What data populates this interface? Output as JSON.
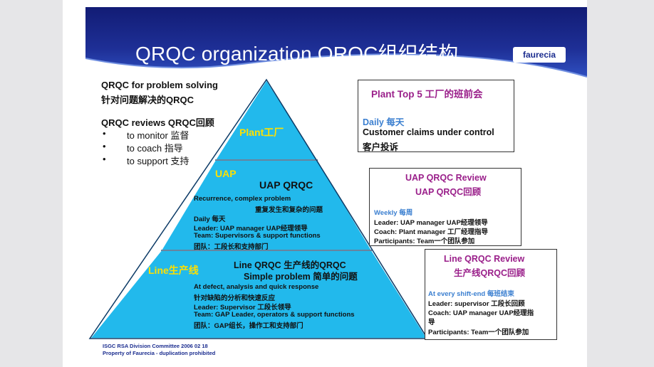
{
  "header": {
    "title": "QRQC organization QRQC组织结构",
    "logo": "faurecia"
  },
  "left": {
    "line1": "QRQC for problem solving",
    "line2": "针对问题解决的QRQC",
    "reviews": "QRQC reviews QRQC回顾",
    "bullets": [
      "to monitor 监督",
      "to coach  指导",
      "to support 支持"
    ]
  },
  "pyramid": {
    "plant_label": "Plant工厂",
    "uap": {
      "label": "UAP",
      "title": "UAP QRQC",
      "l1": "Recurrence, complex problem",
      "l2": "重复发生和复杂的问题",
      "l3": "Daily 每天",
      "l4": "Leader: UAP manager UAP经理领导",
      "l5": "Team: Supervisors & support functions",
      "l6": "团队：工段长和支持部门"
    },
    "line": {
      "label": "Line生产线",
      "title": "Line QRQC 生产线的QRQC",
      "subtitle": "Simple problem 简单的问题",
      "l1": "At defect, analysis and quick response",
      "l2": "针对缺陷的分析和快速反应",
      "l3": "Leader: Supervisor 工段长领导",
      "l4": "Team: GAP Leader, operators & support functions",
      "l5": "团队：GAP组长，操作工和支持部门"
    }
  },
  "plant_box": {
    "title": "Plant Top 5 工厂的班前会",
    "freq": "Daily 每天",
    "l1": "Customer claims under control",
    "l2": "客户投诉"
  },
  "uap_box": {
    "title1": "UAP QRQC Review",
    "title2": "UAP QRQC回顾",
    "freq": "Weekly 每周",
    "l1": "Leader: UAP manager UAP经理领导",
    "l2": "Coach: Plant manager 工厂经理指导",
    "l3": "Participants: Team一个团队参加"
  },
  "line_box": {
    "title1": "Line QRQC Review",
    "title2": "生产线QRQC回顾",
    "freq": "At every shift-end  每班结束",
    "l1": "Leader: supervisor  工段长回顾",
    "l2": "Coach: UAP manager UAP经理指",
    "l2b": "导",
    "l3": "Participants: Team一个团队参加"
  },
  "footer": {
    "l1": "ISGC RSA Division Committee 2006 02 18",
    "l2": "Property of Faurecia - duplication prohibited"
  },
  "colors": {
    "banner_dark": "#141f7a",
    "banner_light": "#4a6fd0",
    "pyramid": "#22b9ec",
    "label_yellow": "#ffe000",
    "review_title": "#9a1f8a",
    "freq_blue": "#3b7fd0"
  }
}
